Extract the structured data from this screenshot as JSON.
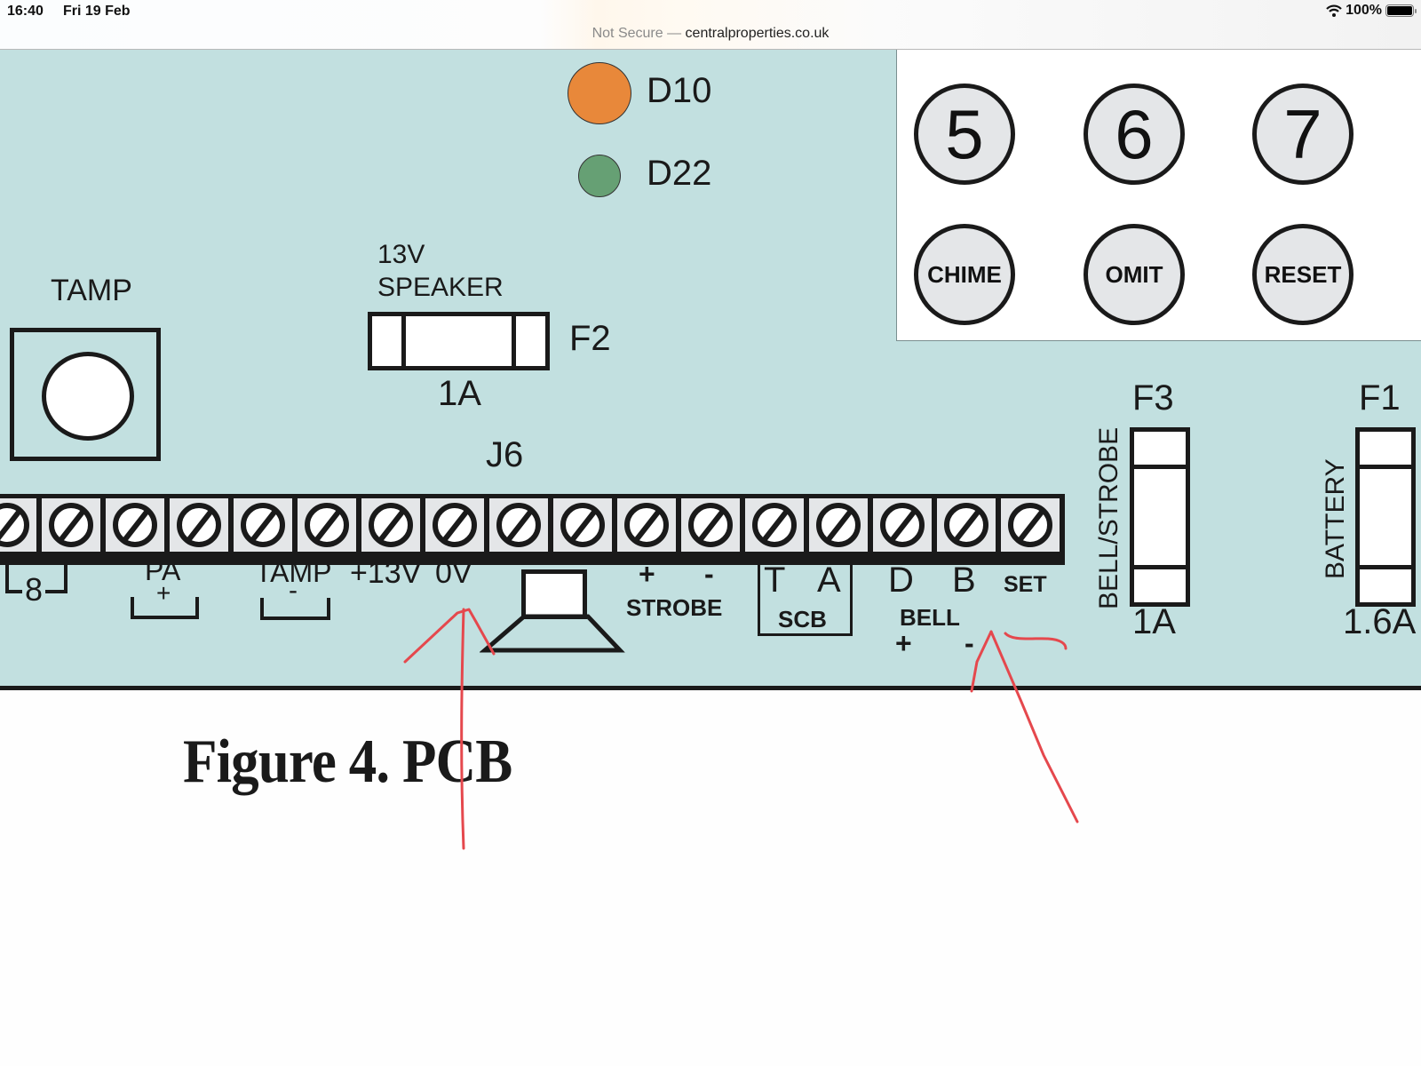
{
  "status_bar": {
    "time": "16:40",
    "date": "Fri 19 Feb",
    "battery_percent": "100%",
    "wifi_icon": "wifi-icon",
    "battery_icon": "battery-icon"
  },
  "address_bar": {
    "security_label": "Not Secure",
    "separator": "—",
    "domain": "centralproperties.co.uk"
  },
  "pcb": {
    "colors": {
      "board": "#c2e0e0",
      "led_d10": "#e8883a",
      "led_d22": "#66a074",
      "annotation": "#e5484d"
    },
    "leds": [
      {
        "id": "D10",
        "label": "D10",
        "color": "orange"
      },
      {
        "id": "D22",
        "label": "D22",
        "color": "green"
      }
    ],
    "keypad": {
      "keys": [
        {
          "label": "5"
        },
        {
          "label": "6"
        },
        {
          "label": "7"
        },
        {
          "label": "CHIME"
        },
        {
          "label": "OMIT"
        },
        {
          "label": "RESET"
        }
      ]
    },
    "tamper": {
      "label": "TAMP"
    },
    "fuse_f2": {
      "line1": "13V",
      "line2": "SPEAKER",
      "name": "F2",
      "rating": "1A"
    },
    "fuse_f3": {
      "name": "F3",
      "side_label": "BELL/STROBE",
      "rating": "1A"
    },
    "fuse_f1": {
      "name": "F1",
      "side_label": "BATTERY",
      "rating": "1.6A"
    },
    "connector": {
      "name": "J6",
      "terminal_count": 17
    },
    "terminal_labels": {
      "zone": "8",
      "pa": "PA",
      "pa_sign": "+",
      "tamp": "TAMP",
      "tamp_sign": "-",
      "plus13v": "+13V",
      "zero_v": "0V",
      "strobe_plus": "+",
      "strobe_minus": "-",
      "strobe": "STROBE",
      "scb_t": "T",
      "scb_a": "A",
      "scb": "SCB",
      "bell_d": "D",
      "bell_b": "B",
      "set": "SET",
      "bell": "BELL",
      "bell_plus": "+",
      "bell_minus": "-"
    }
  },
  "caption": "Figure 4. PCB"
}
